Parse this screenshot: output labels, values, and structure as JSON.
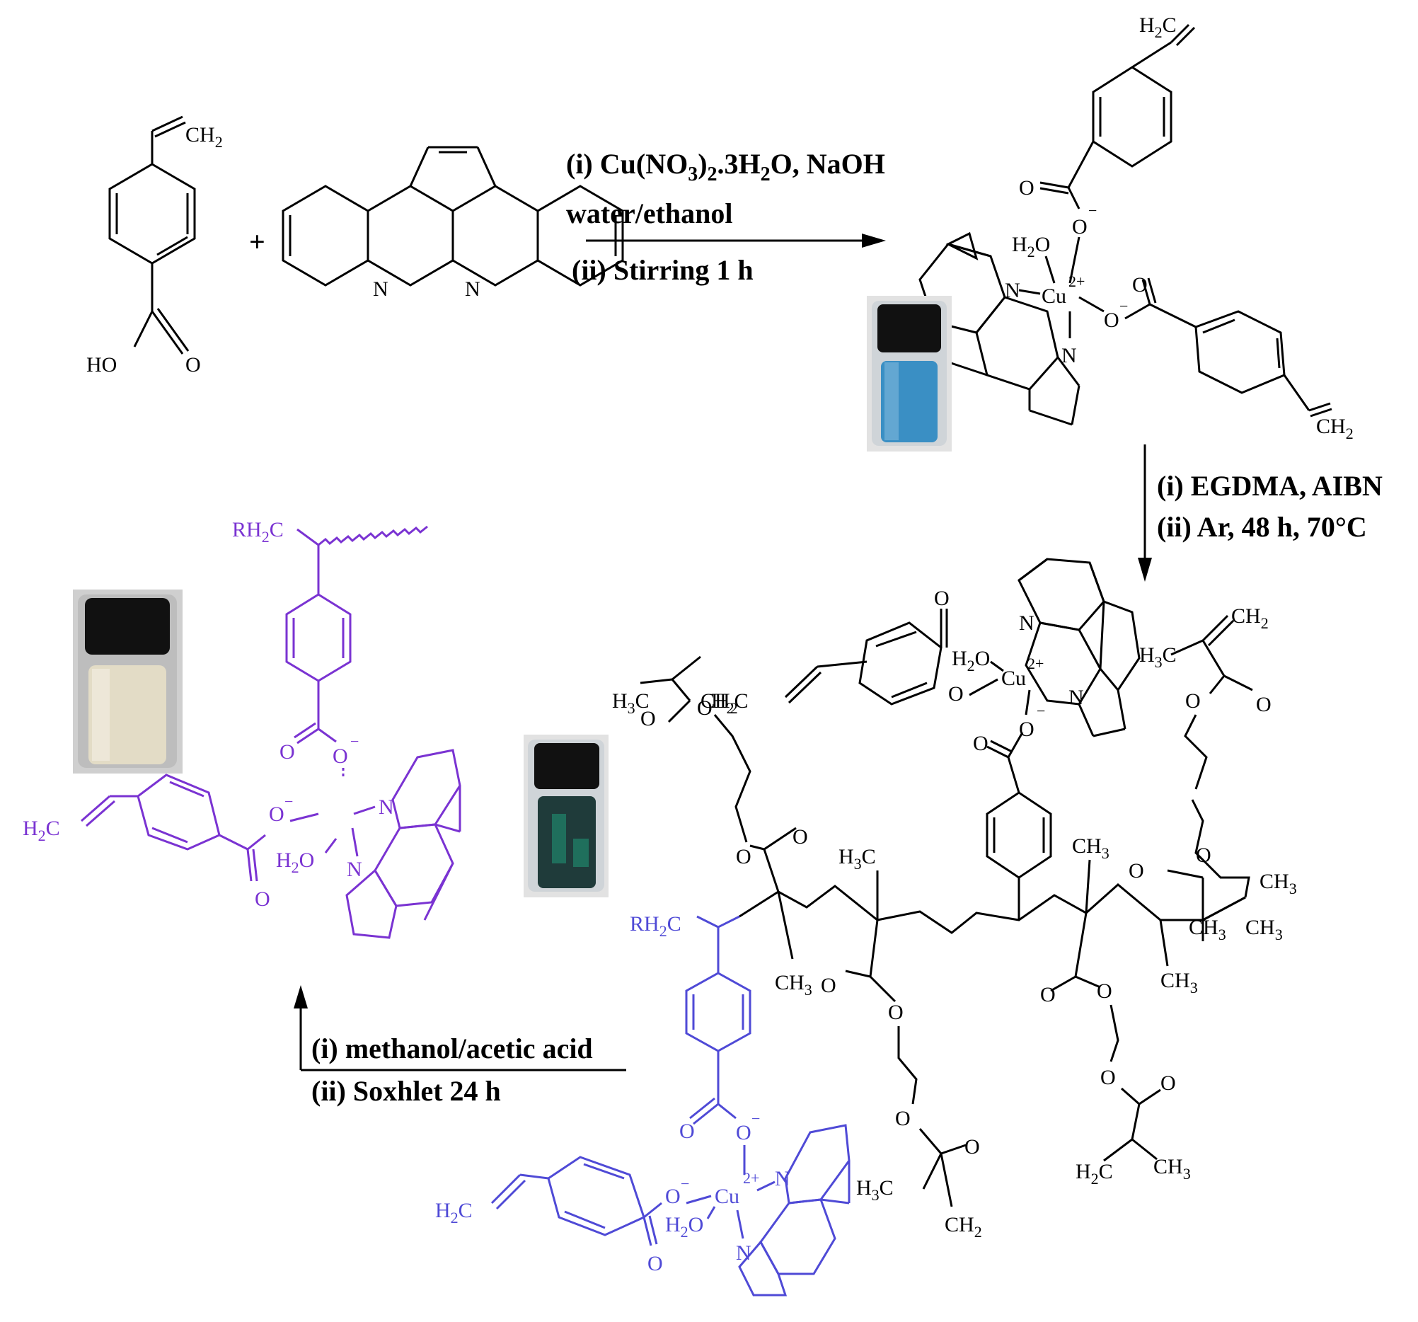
{
  "colors": {
    "text": "#000000",
    "template_purple": "#7a33d2",
    "template_blue": "#4f4ad6",
    "complex_powder": "#3a8fc4",
    "polymer_green": "#1f6f5c",
    "leached_cream": "#e3dcc6"
  },
  "reactants": {
    "plus": "+"
  },
  "step1": {
    "cond1_a": "(i) Cu(NO",
    "cond1_s1": "3",
    "cond1_b": ")",
    "cond1_s2": "2",
    "cond1_c": ".3H",
    "cond1_s3": "2",
    "cond1_d": "O, NaOH",
    "cond2": "water/ethanol",
    "cond3": "(ii) Stirring 1 h"
  },
  "step2": {
    "cond1": "(i) EGDMA, AIBN",
    "cond2": "(ii) Ar, 48 h, 70°C"
  },
  "step3": {
    "cond1": "(i) methanol/acetic acid",
    "cond2": "(ii) Soxhlet 24 h"
  },
  "labels": {
    "ch2": "CH",
    "h2c": "H",
    "c": "C",
    "sub2": "2",
    "sub3": "3",
    "ho": "HO",
    "o": "O",
    "n": "N",
    "cu": "Cu",
    "charge": "2+",
    "minus": "−",
    "h2o_h": "H",
    "h2o_o": "O",
    "h3c": "H",
    "ch3": "CH",
    "rh2c_r": "RH",
    "rh2c_c": "C"
  }
}
